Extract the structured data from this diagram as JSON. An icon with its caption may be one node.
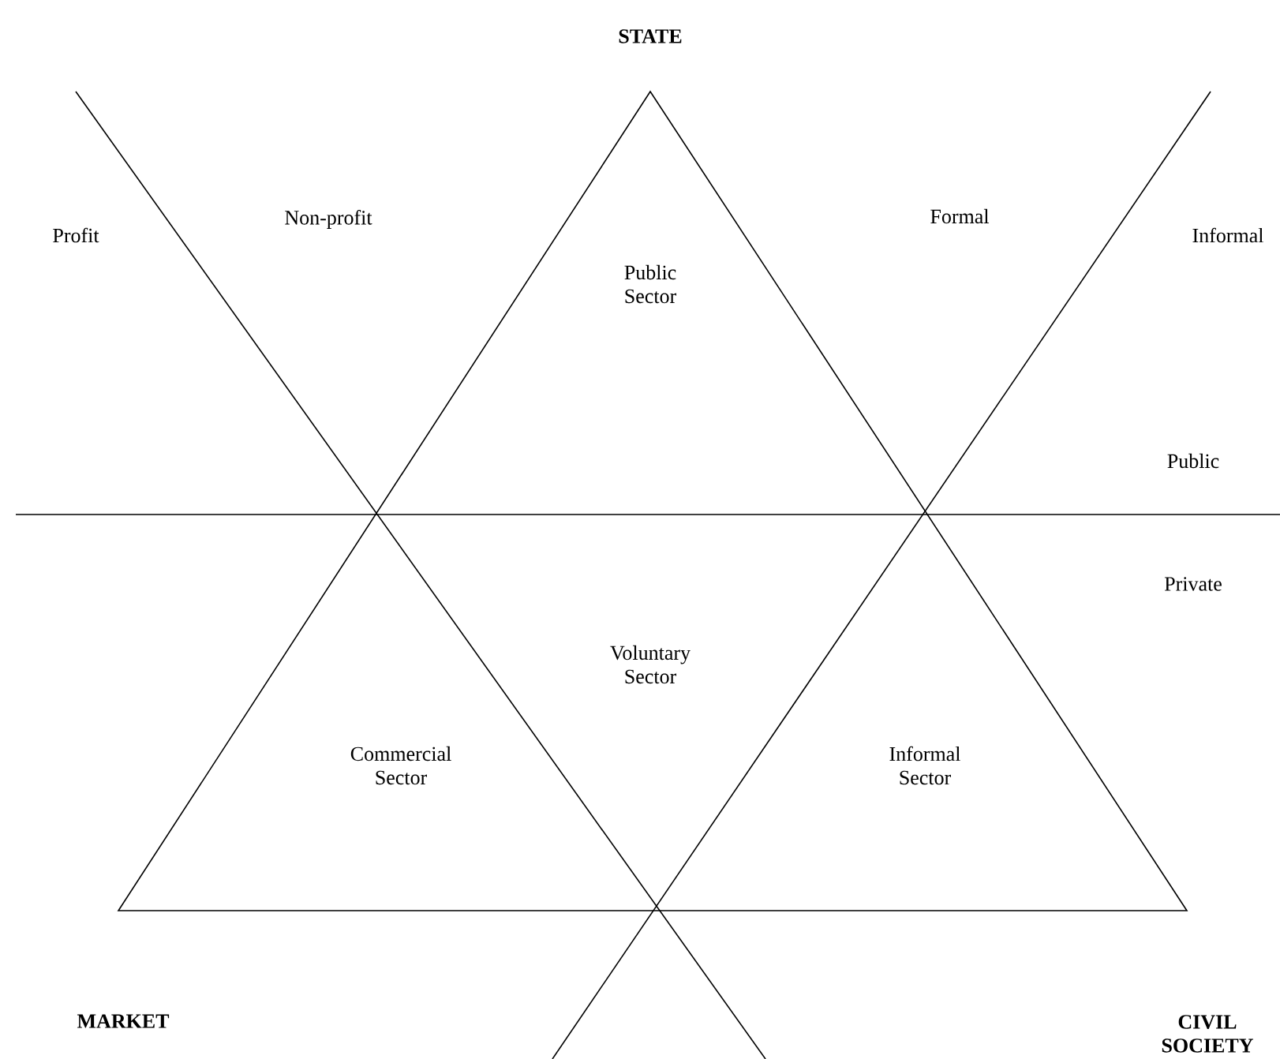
{
  "diagram": {
    "labels": [
      "STATE",
      "Non-profit",
      "Formal",
      "Profit",
      "Public Sector",
      "Informal",
      "Public",
      "Private",
      "Voluntary Sector",
      "Commercial Sector",
      "Informal Sector",
      "MARKET",
      "CIVIL SOCIETY"
    ]
  }
}
